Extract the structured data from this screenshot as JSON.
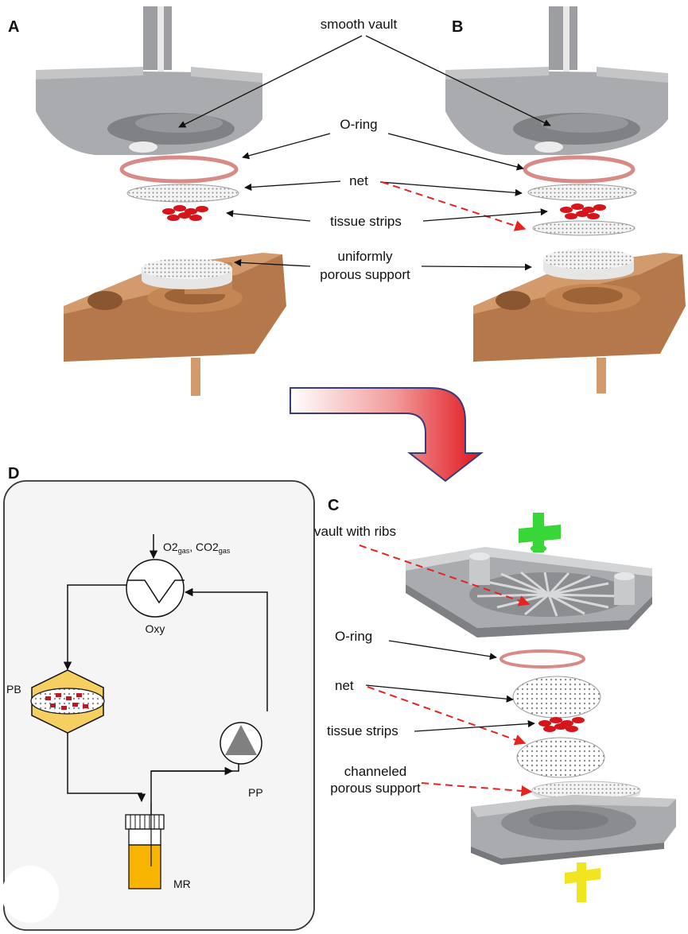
{
  "panels": {
    "a": "A",
    "b": "B",
    "c": "C",
    "d": "D"
  },
  "labels_ab": {
    "smooth_vault": "smooth vault",
    "o_ring": "O-ring",
    "net": "net",
    "tissue_strips": "tissue strips",
    "support_line1": "uniformly",
    "support_line2": "porous support"
  },
  "labels_c": {
    "vault": "vault with ribs",
    "o_ring": "O-ring",
    "net": "net",
    "tissue_strips": "tissue strips",
    "support_line1": "channeled",
    "support_line2": "porous support"
  },
  "circuit": {
    "gas_o2": "O2",
    "gas_o2_sub": "gas",
    "gas_sep": ", ",
    "gas_co2": "CO2",
    "gas_co2_sub": "gas",
    "oxy": "Oxy",
    "pb": "PB",
    "pp": "PP",
    "mr": "MR"
  },
  "colors": {
    "gray_part": "#a9abae",
    "copper_part": "#c88b5c",
    "o_ring": "#d98a86",
    "tissue": "#d8141b",
    "green_connector": "#39d63a",
    "yellow_connector": "#f0e51e",
    "red_arrow": "#e52420",
    "reservoir": "#f7b500",
    "bed": "#f6cf62"
  }
}
